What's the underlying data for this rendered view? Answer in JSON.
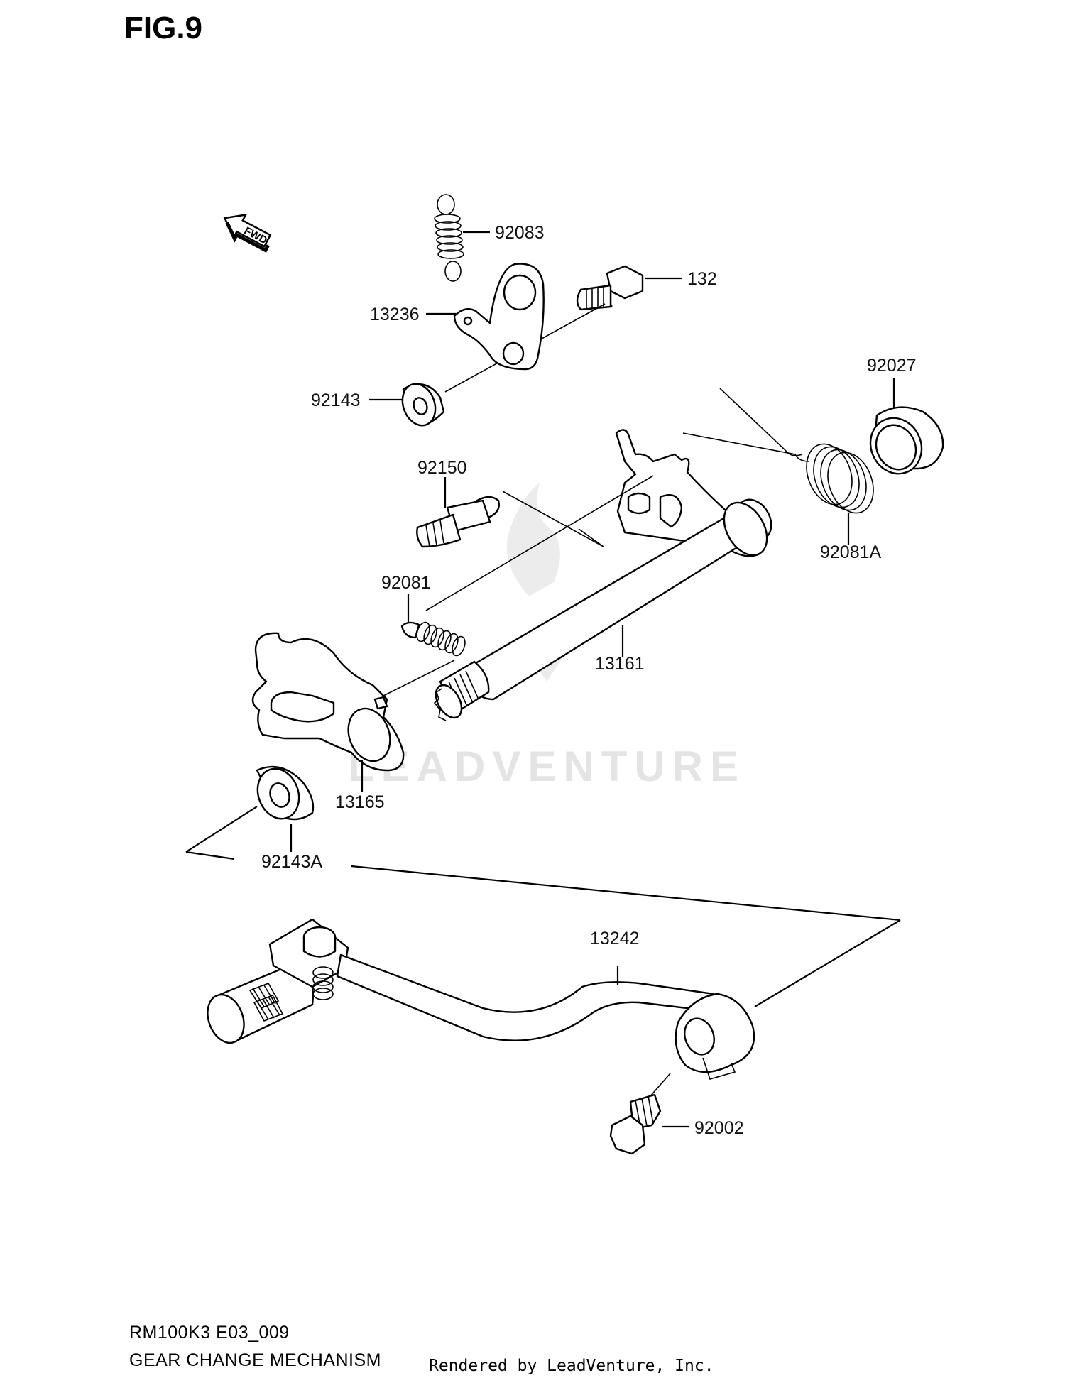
{
  "figure": {
    "title": "FIG.9",
    "model_code": "RM100K3 E03_009",
    "caption": "GEAR CHANGE MECHANISM",
    "rendered_by": "Rendered by LeadVenture, Inc.",
    "watermark": "LEADVENTURE",
    "fwd_arrow_label": "FWD"
  },
  "parts": [
    {
      "id": "spring-92083",
      "label": "92083"
    },
    {
      "id": "bolt-132",
      "label": "132"
    },
    {
      "id": "stopper-13236",
      "label": "13236"
    },
    {
      "id": "roller-92143",
      "label": "92143"
    },
    {
      "id": "seal-92027",
      "label": "92027"
    },
    {
      "id": "pin-92150",
      "label": "92150"
    },
    {
      "id": "spring-92081a",
      "label": "92081A"
    },
    {
      "id": "spring-92081",
      "label": "92081"
    },
    {
      "id": "shaft-13161",
      "label": "13161"
    },
    {
      "id": "plate-13165",
      "label": "13165"
    },
    {
      "id": "washer-92143a",
      "label": "92143A"
    },
    {
      "id": "pedal-13242",
      "label": "13242"
    },
    {
      "id": "bolt-92002",
      "label": "92002"
    }
  ]
}
